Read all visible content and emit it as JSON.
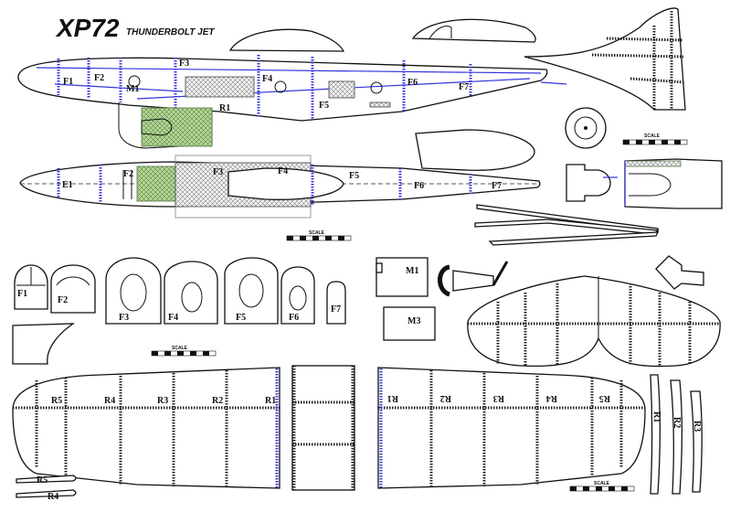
{
  "title": {
    "main": "XP72",
    "sub": "THUNDERBOLT JET"
  },
  "scale_label": "SCALE",
  "side_view_labels": [
    "F1",
    "F2",
    "M1",
    "F3",
    "R1",
    "F4",
    "F5",
    "F6",
    "F7"
  ],
  "top_view_labels": [
    "E1",
    "F2",
    "F3",
    "F4",
    "F5",
    "F6",
    "F7"
  ],
  "former_labels": [
    "F1",
    "F2",
    "F3",
    "F4",
    "F5",
    "F6",
    "F7"
  ],
  "motor_labels": [
    "M1",
    "M3"
  ],
  "left_wing_ribs": [
    "R5",
    "R4",
    "R3",
    "R2",
    "R1"
  ],
  "right_wing_ribs": [
    "R1",
    "R2",
    "R3",
    "R4",
    "R5"
  ],
  "rib_parts": [
    "R1",
    "R2",
    "R3"
  ],
  "small_rib_labels": [
    "R5",
    "R4"
  ],
  "colors": {
    "outline": "#111111",
    "spar_blue": "#3333dd",
    "motor_green": "#77aa55",
    "hatch_gray": "#999999"
  }
}
